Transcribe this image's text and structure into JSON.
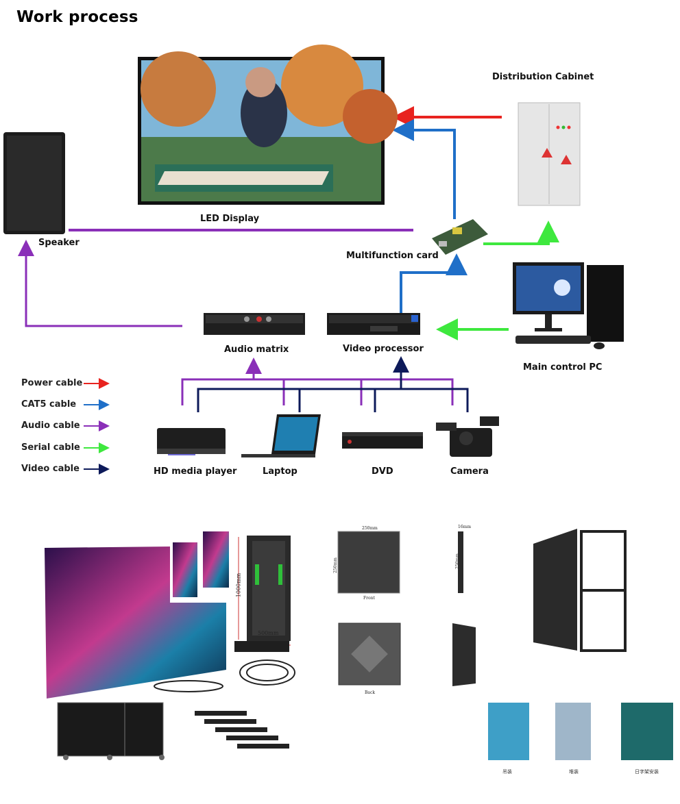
{
  "title": "Work process",
  "labels": {
    "led_display": "LED Display",
    "distribution_cabinet": "Distribution Cabinet",
    "speaker": "Speaker",
    "multifunction_card": "Multifunction card",
    "audio_matrix": "Audio matrix",
    "video_processor": "Video processor",
    "main_control_pc": "Main control PC",
    "hd_media_player": "HD media player",
    "laptop": "Laptop",
    "dvd": "DVD",
    "camera": "Camera"
  },
  "legend": [
    {
      "label": "Power cable",
      "color": "#e8231f"
    },
    {
      "label": "CAT5 cable",
      "color": "#1f6fc8"
    },
    {
      "label": "Audio cable",
      "color": "#8a2fb8"
    },
    {
      "label": "Serial cable",
      "color": "#3ee83e"
    },
    {
      "label": "Video cable",
      "color": "#0d1a5a"
    }
  ],
  "product": {
    "height_dim": "1000mm",
    "width_dim": "500mm",
    "module_width": "250mm",
    "module_height": "250mm",
    "module_front": "Front",
    "module_back": "Back",
    "thickness": "16mm",
    "side_height": "250mm",
    "install_labels": [
      "吊装",
      "堆装",
      "日字架安装"
    ]
  }
}
